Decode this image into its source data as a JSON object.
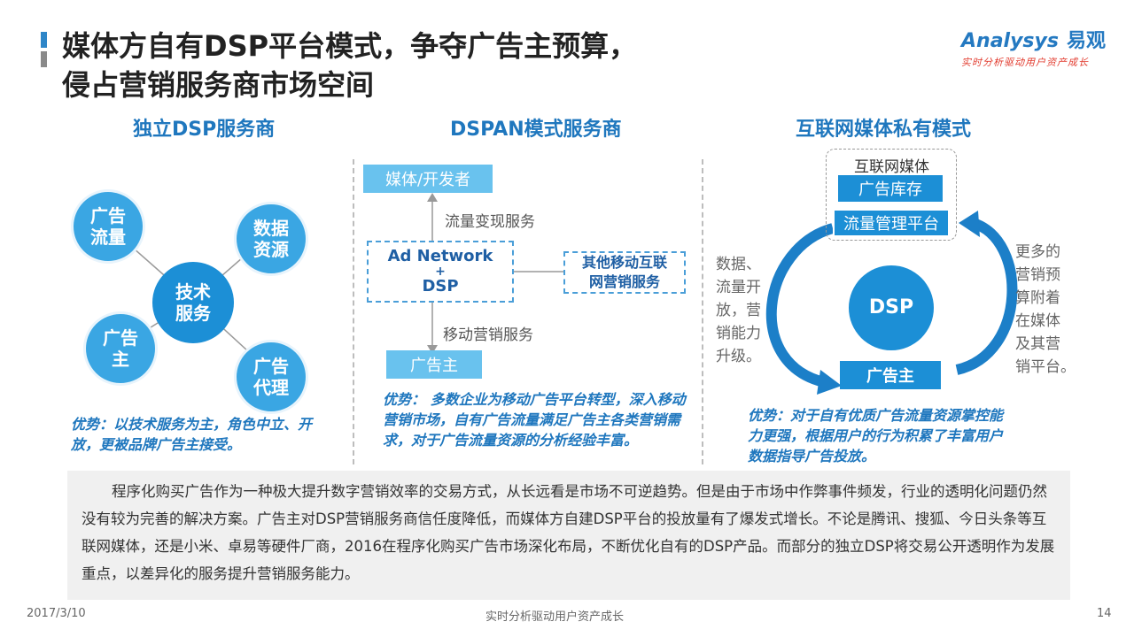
{
  "title": {
    "line1": "媒体方自有DSP平台模式，争夺广告主预算，",
    "line2": "侵占营销服务商市场空间"
  },
  "logo": {
    "brand": "nalysys",
    "brand_mark": "A",
    "brand_cn": "易观",
    "slogan": "实时分析驱动用户资产成长"
  },
  "columns": {
    "col1": {
      "heading": "独立DSP服务商",
      "center": "技术\n服务",
      "nodes": [
        "广告\n流量",
        "数据\n资源",
        "广告\n主",
        "广告\n代理"
      ],
      "advantage": "优势：以技术服务为主，角色中立、开放，更被品牌广告主接受。"
    },
    "col2": {
      "heading": "DSPAN模式服务商",
      "top_box": "媒体/开发者",
      "flow_up_label": "流量变现服务",
      "center_box_line1": "Ad Network",
      "center_box_plus": "+",
      "center_box_line2": "DSP",
      "side_box": "其他移动互联\n网营销服务",
      "flow_down_label": "移动营销服务",
      "bottom_box": "广告主",
      "advantage": "优势：  多数企业为移动广告平台转型，深入移动营销市场，自有广告流量满足广告主各类营销需求，对于广告流量资源的分析经验丰富。"
    },
    "col3": {
      "heading": "互联网媒体私有模式",
      "group_label": "互联网媒体",
      "box1": "广告库存",
      "box2": "流量管理平台",
      "center": "DSP",
      "bottom_box": "广告主",
      "left_label": "数据、\n流量开\n放，营\n销能力\n升级。",
      "right_label": "更多的\n营销预\n算附着\n在媒体\n及其营\n销平台。",
      "advantage": "优势：对于自有优质广告流量资源掌控能力更强，根据用户的行为积累了丰富用户数据指导广告投放。"
    }
  },
  "summary": "程序化购买广告作为一种极大提升数字营销效率的交易方式，从长远看是市场不可逆趋势。但是由于市场中作弊事件频发，行业的透明化问题仍然没有较为完善的解决方案。广告主对DSP营销服务商信任度降低，而媒体方自建DSP平台的投放量有了爆发式增长。不论是腾讯、搜狐、今日头条等互联网媒体，还是小米、卓易等硬件厂商，2016在程序化购买广告市场深化布局，不断优化自有的DSP产品。而部分的独立DSP将交易公开透明作为发展重点，以差异化的服务提升营销服务能力。",
  "footer": {
    "date": "2017/3/10",
    "center": "实时分析驱动用户资产成长",
    "page": "14"
  },
  "colors": {
    "accent": "#1f77be",
    "circle": "#3aa6e3",
    "dark_blue": "#1c8fd6",
    "light_box": "#69c2ee"
  }
}
